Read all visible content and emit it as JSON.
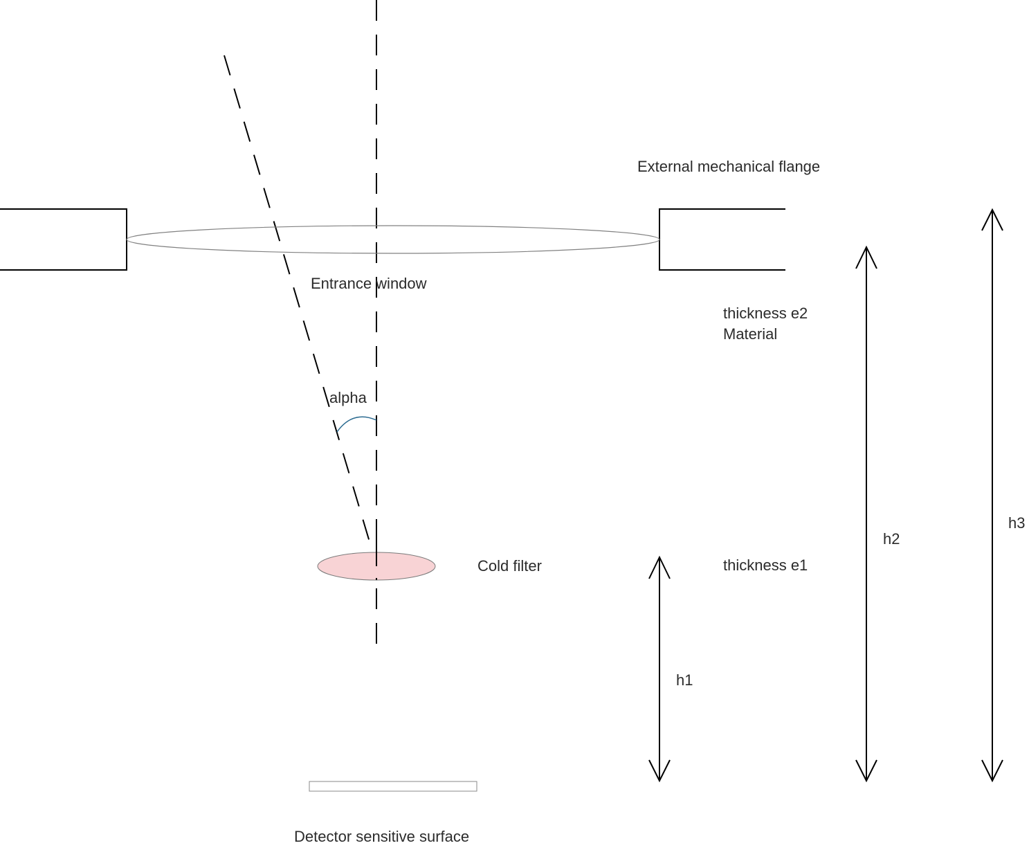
{
  "diagram": {
    "labels": {
      "flange": "External mechanical flange",
      "window": "Entrance window",
      "thickness_e2": "thickness e2",
      "material": "Material",
      "alpha": "alpha",
      "cold_filter": "Cold filter",
      "thickness_e1": "thickness e1",
      "h1": "h1",
      "h2": "h2",
      "h3": "h3",
      "detector": "Detector sensitive surface"
    },
    "colors": {
      "line": "#000000",
      "window_outline": "#808080",
      "filter_fill": "#f8d3d5",
      "filter_stroke": "#7a7a7a",
      "angle_arc": "#2a6a90",
      "text": "#2b2b2b"
    }
  }
}
